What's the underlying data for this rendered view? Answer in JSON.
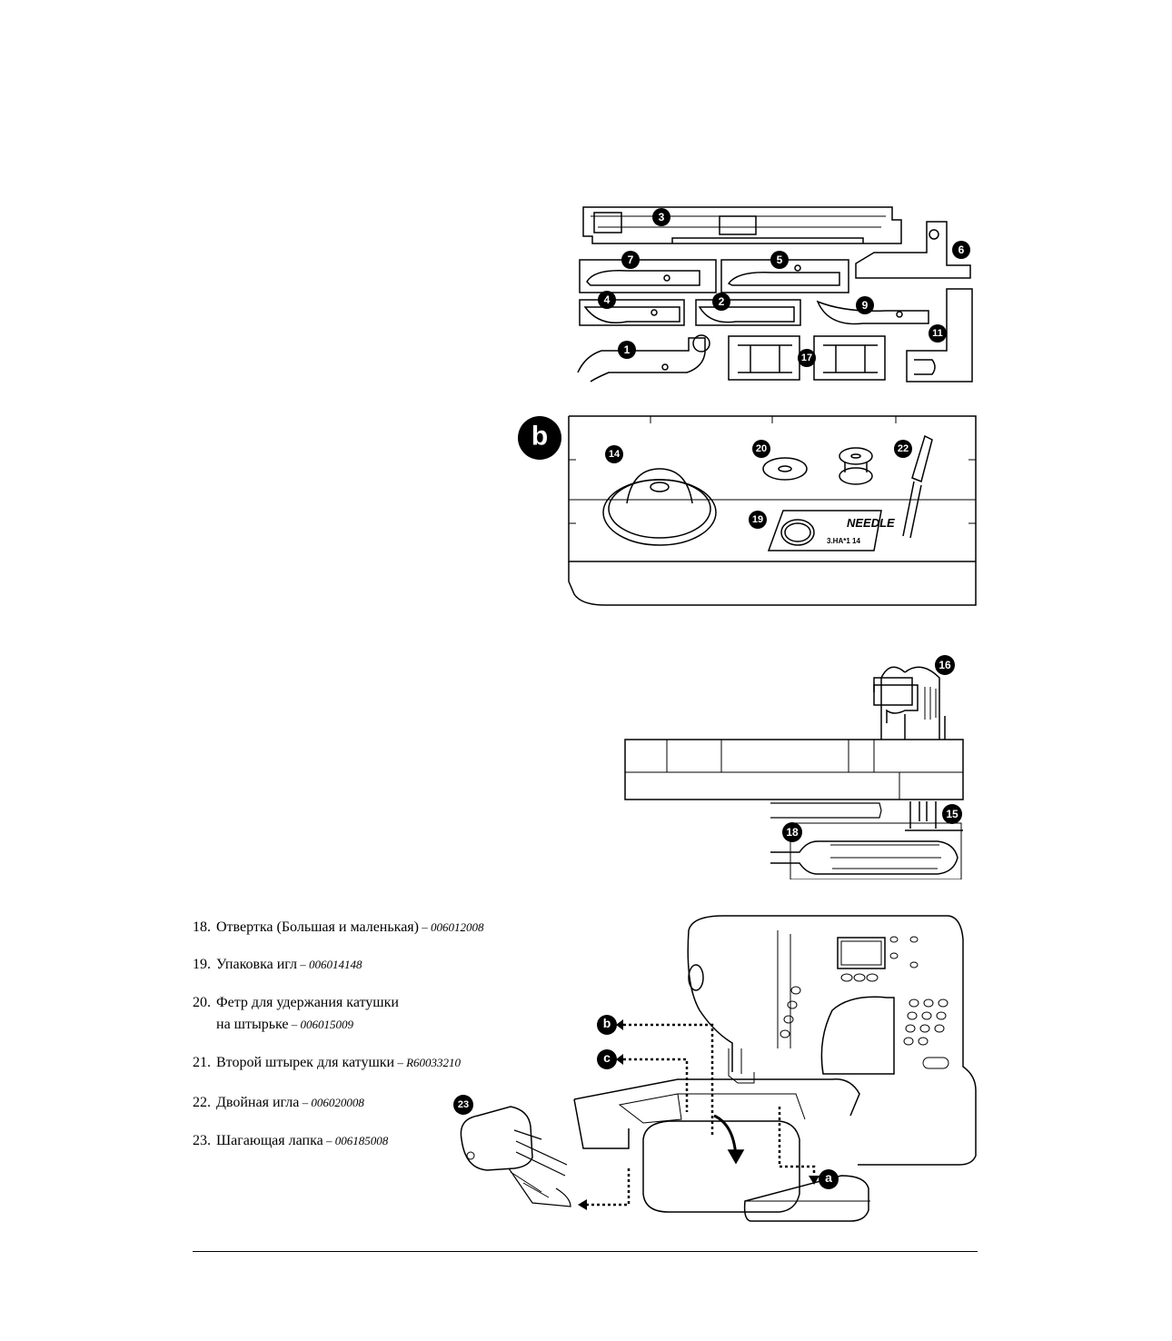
{
  "accessory_list": [
    {
      "num": "18.",
      "name": "Отвертка (Большая и маленькая)",
      "code": "006012008"
    },
    {
      "num": "19.",
      "name": "Упаковка игл",
      "code": "006014148"
    },
    {
      "num": "20.",
      "name": "Фетр для удержания катушки",
      "name_cont": "на штырьке",
      "code": "006015009"
    },
    {
      "num": "21.",
      "name": "Второй штырек для катушки",
      "code": "R60033210"
    },
    {
      "num": "22.",
      "name": "Двойная игла",
      "code": "006020008"
    },
    {
      "num": "23.",
      "name": "Шагающая лапка",
      "code": "006185008"
    }
  ],
  "separator": " – ",
  "figure_a": {
    "callouts": [
      "3",
      "6",
      "7",
      "5",
      "4",
      "2",
      "9",
      "11",
      "1",
      "17"
    ]
  },
  "figure_b": {
    "section_letter": "b",
    "callouts": [
      "14",
      "20",
      "22",
      "19"
    ],
    "needle_label": "NEEDLE",
    "needle_sublabel": "3.HA*1 14"
  },
  "figure_c": {
    "callouts": [
      "16",
      "15",
      "18"
    ]
  },
  "figure_machine": {
    "compartment_labels": [
      "b",
      "c",
      "a"
    ],
    "walking_foot_callout": "23"
  }
}
